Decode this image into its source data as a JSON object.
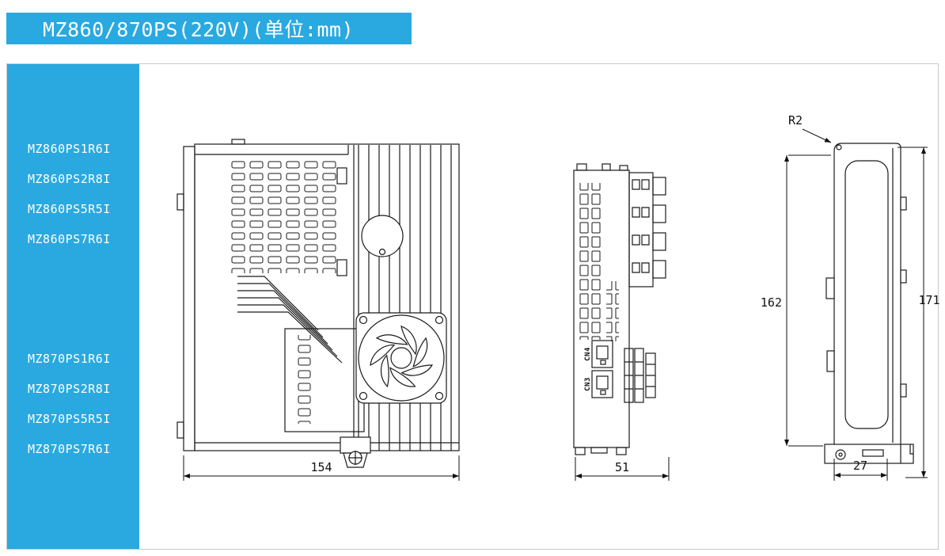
{
  "title": "MZ860/870PS(220V)(单位:mm)",
  "colors": {
    "accent": "#29A9E0",
    "line": "#1a1a1a"
  },
  "sidebar": {
    "models_860": [
      "MZ860PS1R6I",
      "MZ860PS2R8I",
      "MZ860PS5R5I",
      "MZ860PS7R6I"
    ],
    "models_870": [
      "MZ870PS1R6I",
      "MZ870PS2R8I",
      "MZ870PS5R5I",
      "MZ870PS7R6I"
    ]
  },
  "front_view": {
    "width_mm": "154"
  },
  "side_view": {
    "depth_mm": "51",
    "cn4_label": "CN4",
    "cn3_label": "CN3"
  },
  "profile_view": {
    "corner_radius": "R2",
    "panel_height_mm": "162",
    "total_height_mm": "171",
    "base_depth_mm": "27"
  }
}
